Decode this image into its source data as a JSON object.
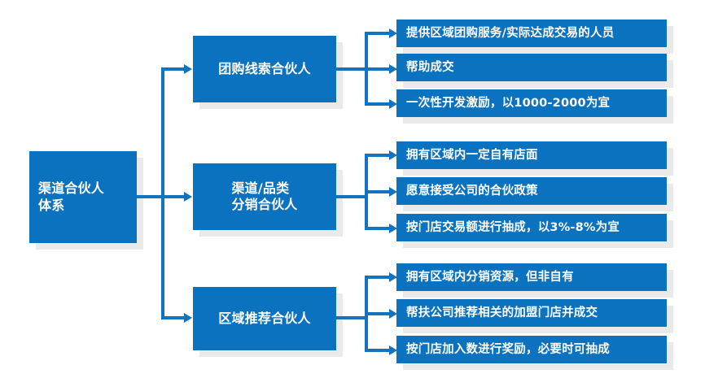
{
  "diagram": {
    "title": "渠道合伙人体系",
    "colors": {
      "box_blue": "#0B72C0",
      "connector_blue": "#1273C0",
      "shadow_gray": "#EAEAEA",
      "text_white": "#FFFFFF",
      "background": "#FFFFFF"
    },
    "root": {
      "label_line1": "渠道合伙人",
      "label_line2": "体系"
    },
    "branches": [
      {
        "id": "branch-1",
        "label_line1": "团购线索合伙人",
        "label_line2": "",
        "items": [
          "提供区域团购服务/实际达成交易的人员",
          "帮助成交",
          "一次性开发激励，以1000-2000为宜"
        ]
      },
      {
        "id": "branch-2",
        "label_line1": "渠道/品类",
        "label_line2": "分销合伙人",
        "items": [
          "拥有区域内一定自有店面",
          "愿意接受公司的合伙政策",
          "按门店交易额进行抽成，以3%-8%为宜"
        ]
      },
      {
        "id": "branch-3",
        "label_line1": "区域推荐合伙人",
        "label_line2": "",
        "items": [
          "拥有区域内分销资源，但非自有",
          "帮扶公司推荐相关的加盟门店并成交",
          "按门店加入数进行奖励，必要时可抽成"
        ]
      }
    ]
  }
}
